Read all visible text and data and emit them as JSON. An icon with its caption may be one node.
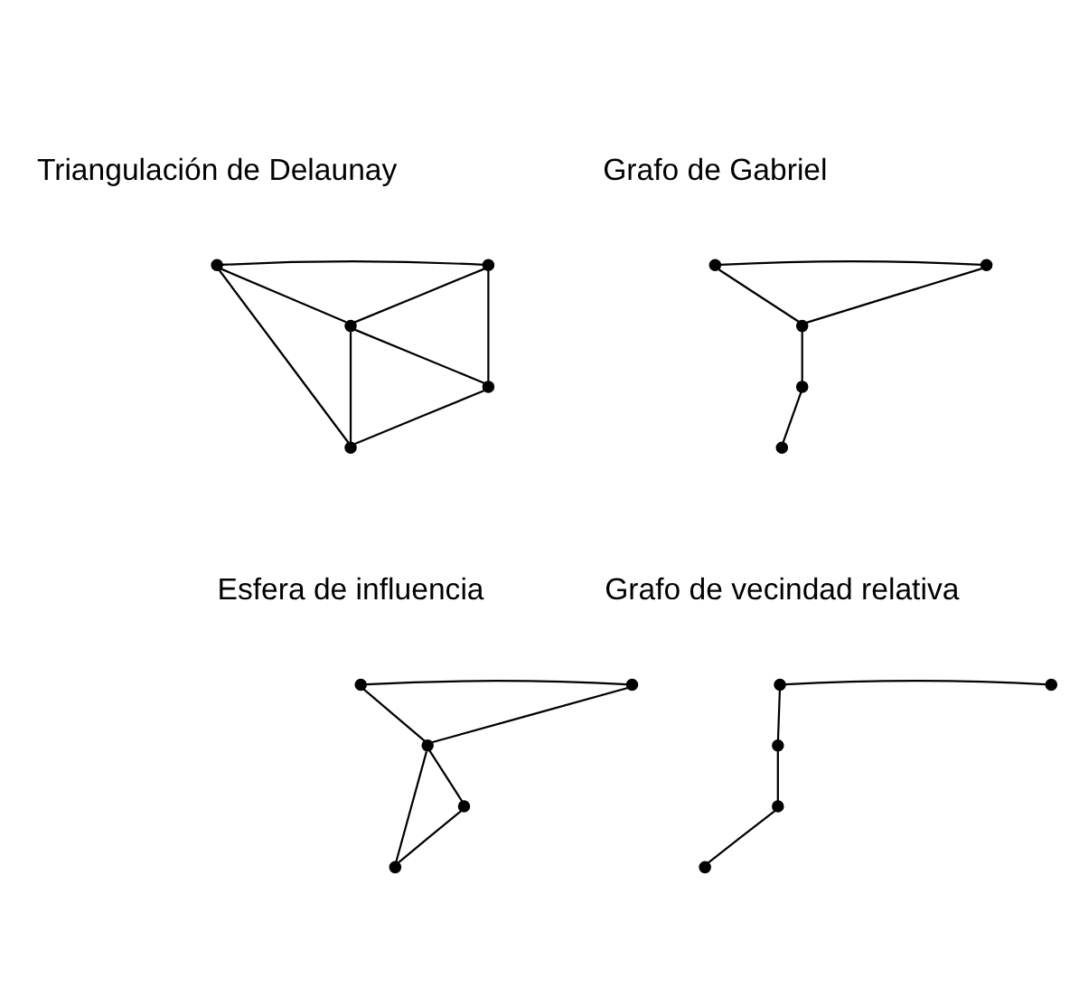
{
  "diagram": {
    "nodes": [
      {
        "text": [],
        "shape": "circle"
      },
      {
        "text": [],
        "shape": "circle"
      },
      {
        "text": [],
        "shape": "circle"
      },
      {
        "text": [],
        "shape": "circle"
      },
      {
        "text": [],
        "shape": "circle"
      },
      {
        "text": [],
        "shape": "circle"
      },
      {
        "text": [],
        "shape": "circle"
      },
      {
        "text": [],
        "shape": "circle"
      },
      {
        "text": [],
        "shape": "circle"
      },
      {
        "text": [],
        "shape": "circle"
      },
      {
        "text": [],
        "shape": "circle"
      },
      {
        "text": [],
        "shape": "circle"
      },
      {
        "text": [],
        "shape": "circle"
      },
      {
        "text": [],
        "shape": "circle"
      },
      {
        "text": [],
        "shape": "circle"
      },
      {
        "text": [],
        "shape": "circle"
      },
      {
        "text": [],
        "shape": "circle"
      },
      {
        "text": [],
        "shape": "circle"
      },
      {
        "text": [],
        "shape": "circle"
      },
      {
        "text": [],
        "shape": "circle"
      }
    ],
    "edges": [
      {
        "from": 1,
        "to": 3,
        "arrow": "none"
      },
      {
        "from": 1,
        "to": 2,
        "arrow": "none"
      },
      {
        "from": 3,
        "to": 2,
        "arrow": "none"
      },
      {
        "from": 3,
        "to": 4,
        "arrow": "none"
      },
      {
        "from": 2,
        "to": 4,
        "arrow": "none"
      },
      {
        "from": 1,
        "to": 0,
        "arrow": "none"
      },
      {
        "from": 2,
        "to": 0,
        "arrow": "none"
      },
      {
        "from": 4,
        "to": 0,
        "arrow": "none"
      },
      {
        "from": 6,
        "to": 8,
        "arrow": "none"
      },
      {
        "from": 6,
        "to": 7,
        "arrow": "none"
      },
      {
        "from": 8,
        "to": 7,
        "arrow": "none"
      },
      {
        "from": 7,
        "to": 9,
        "arrow": "none"
      },
      {
        "from": 9,
        "to": 5,
        "arrow": "none"
      },
      {
        "from": 11,
        "to": 13,
        "arrow": "none"
      },
      {
        "from": 11,
        "to": 12,
        "arrow": "none"
      },
      {
        "from": 13,
        "to": 12,
        "arrow": "none"
      },
      {
        "from": 12,
        "to": 14,
        "arrow": "none"
      },
      {
        "from": 12,
        "to": 10,
        "arrow": "none"
      },
      {
        "from": 14,
        "to": 10,
        "arrow": "none"
      },
      {
        "from": 16,
        "to": 18,
        "arrow": "none"
      },
      {
        "from": 16,
        "to": 17,
        "arrow": "none"
      },
      {
        "from": 17,
        "to": 19,
        "arrow": "none"
      },
      {
        "from": 19,
        "to": 15,
        "arrow": "none"
      }
    ],
    "labels": [
      "Triangulación de Delaunay",
      "Grafo de Gabriel",
      "Esfera de influencia",
      "Grafo de vecindad relativa"
    ]
  }
}
